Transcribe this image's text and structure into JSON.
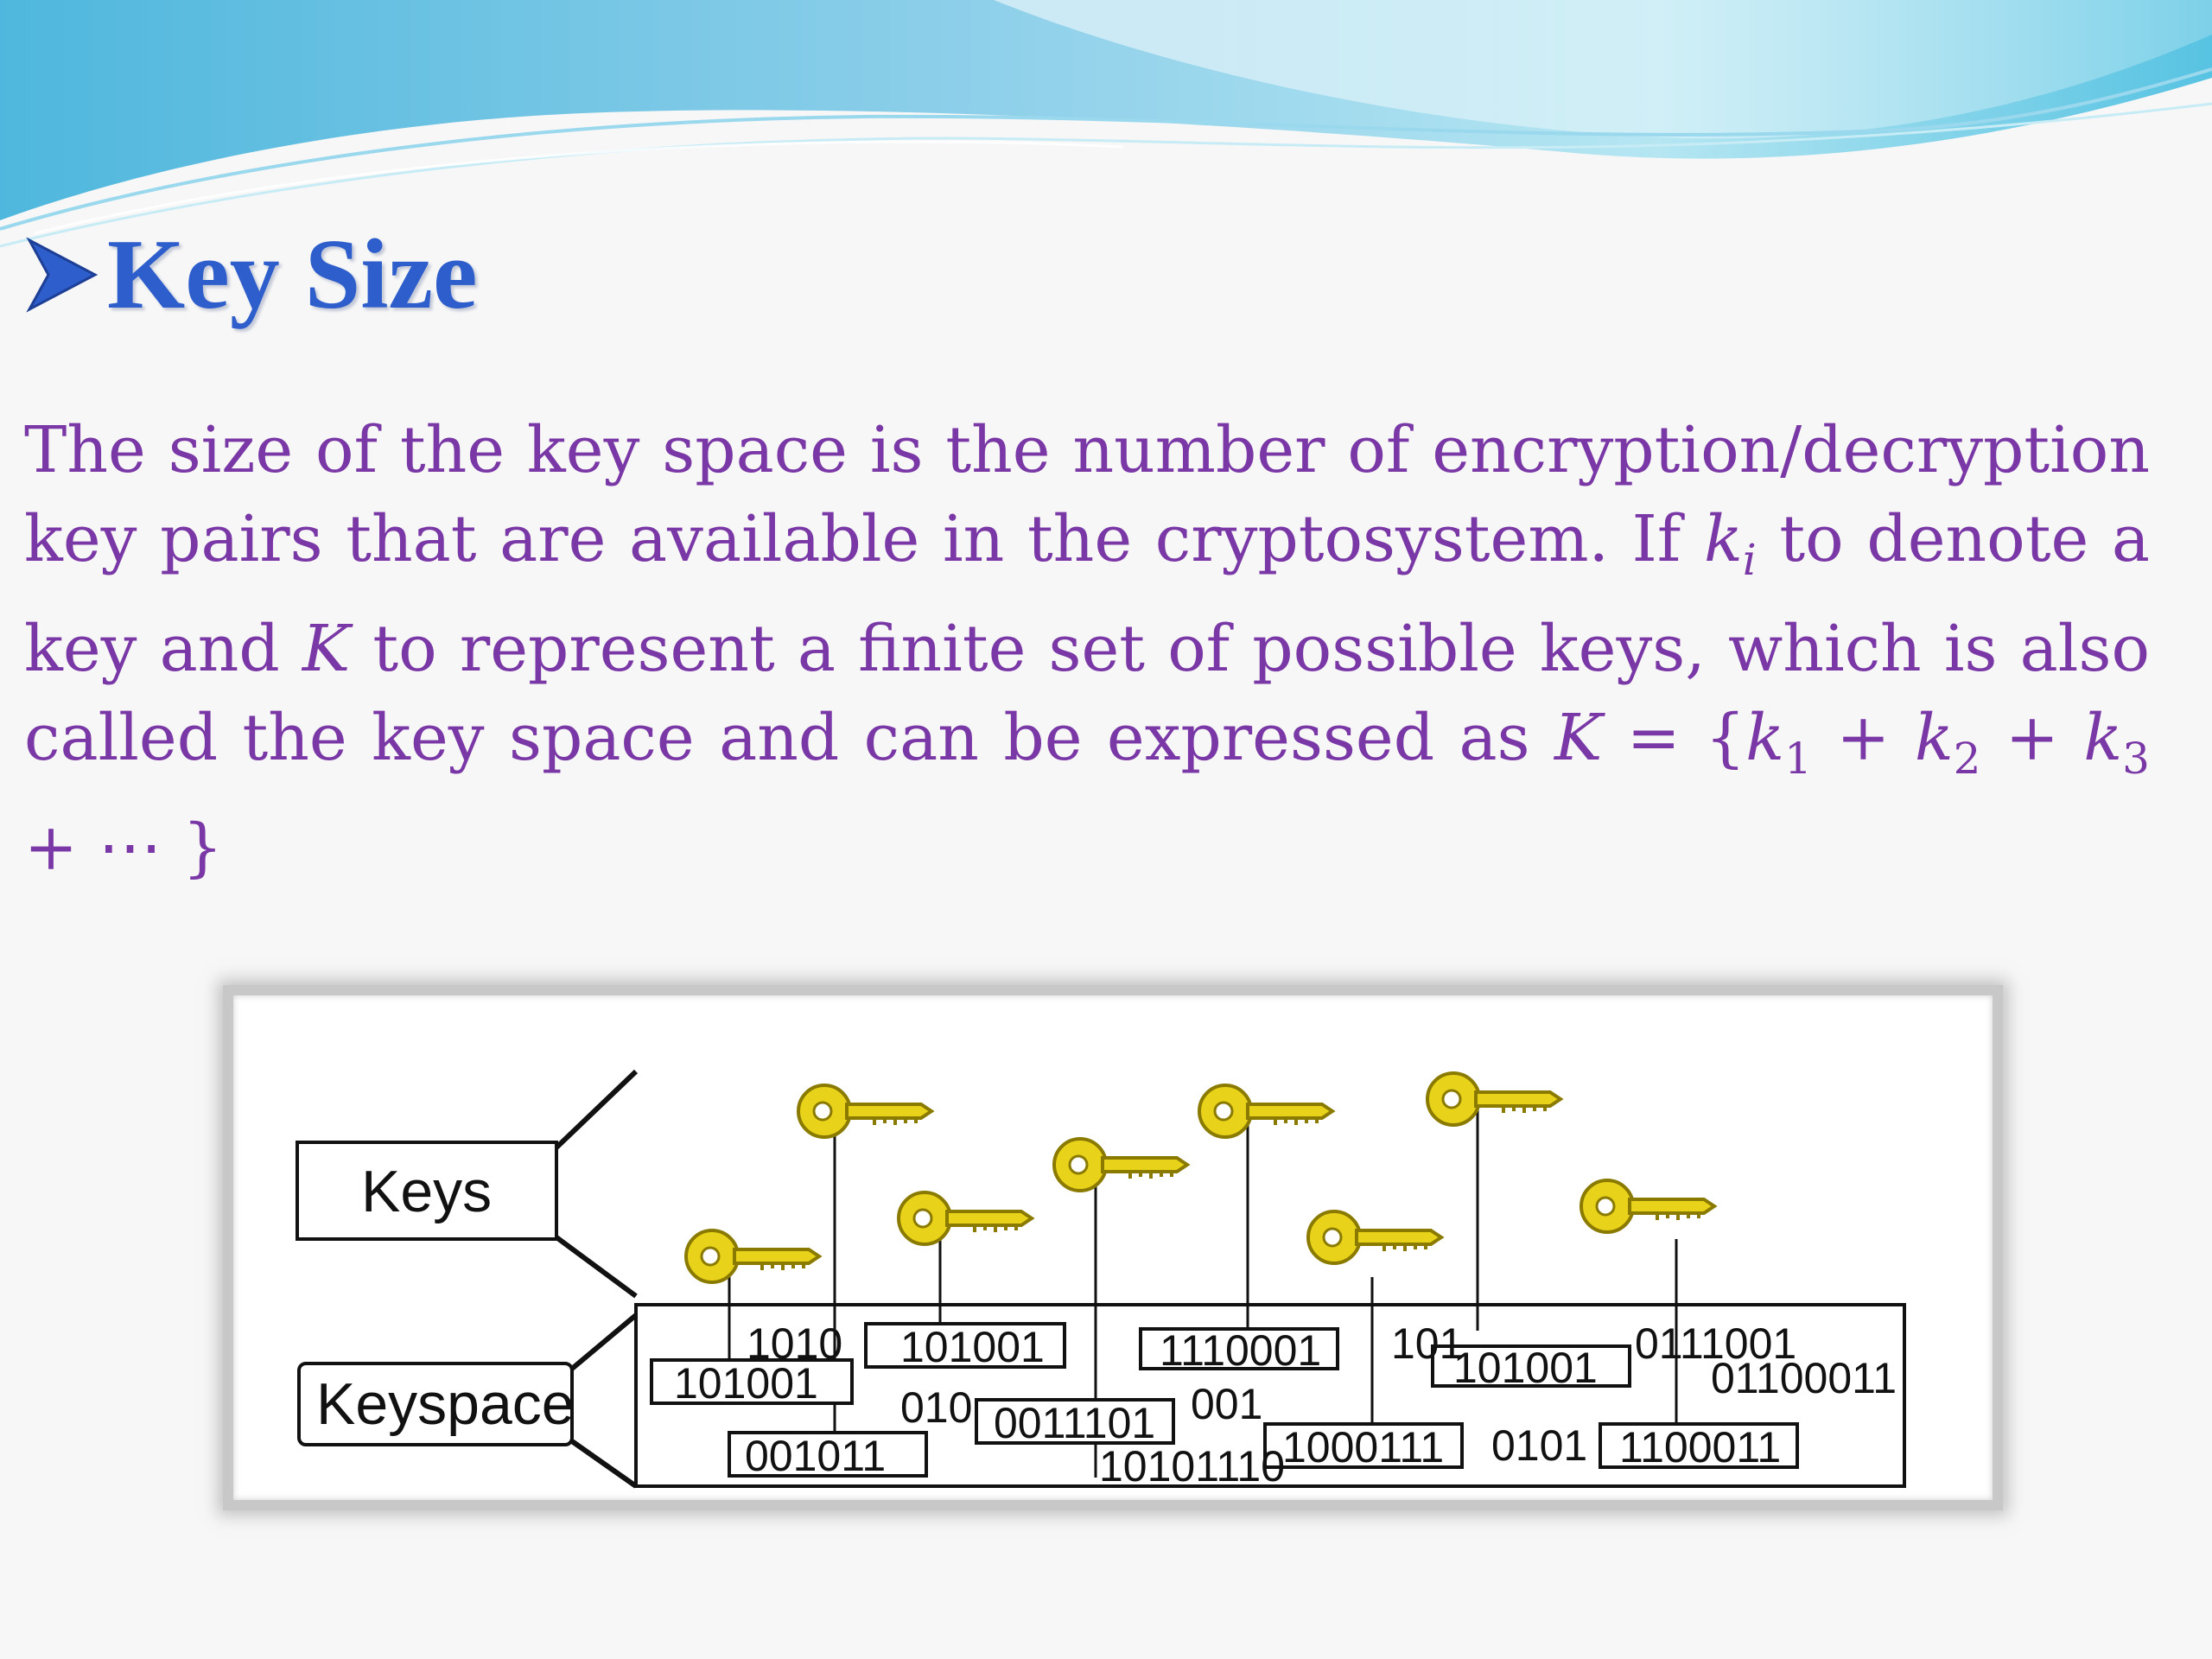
{
  "colors": {
    "title": "#2d5ecc",
    "body_text": "#7a37a6",
    "header_wave": "#5ec4e0",
    "key_gold": "#e8d21a"
  },
  "title": "Key Size",
  "icons": {
    "title_bullet": "arrowhead-bullet-icon",
    "key": "key-icon"
  },
  "body": {
    "part1": "The size of the key space is the number of encryption/decryption key pairs that are available in the cryptosystem. If ",
    "ki_var": "k",
    "ki_sub": "i",
    "part2": " to denote a key and ",
    "K_var": "K",
    "part3": " to represent a finite set of possible keys, which is also called the key space and can be expressed as ",
    "formula": {
      "K": "K",
      "eq": " = {",
      "k": "k",
      "sub1": "1",
      "plus1": " + ",
      "sub2": "2",
      "plus2": " + ",
      "sub3": "3",
      "tail": " + ⋯ }"
    }
  },
  "figure": {
    "keys_label": "Keys",
    "keyspace_label": "Keyspace",
    "boxed_values": [
      "101001",
      "101001",
      "001011",
      "1110001",
      "0011101",
      "101001",
      "1000111",
      "1100011"
    ],
    "loose_values": [
      "1010",
      "010",
      "001",
      "10101110",
      "101",
      "0111001",
      "01100011",
      "0101"
    ]
  }
}
